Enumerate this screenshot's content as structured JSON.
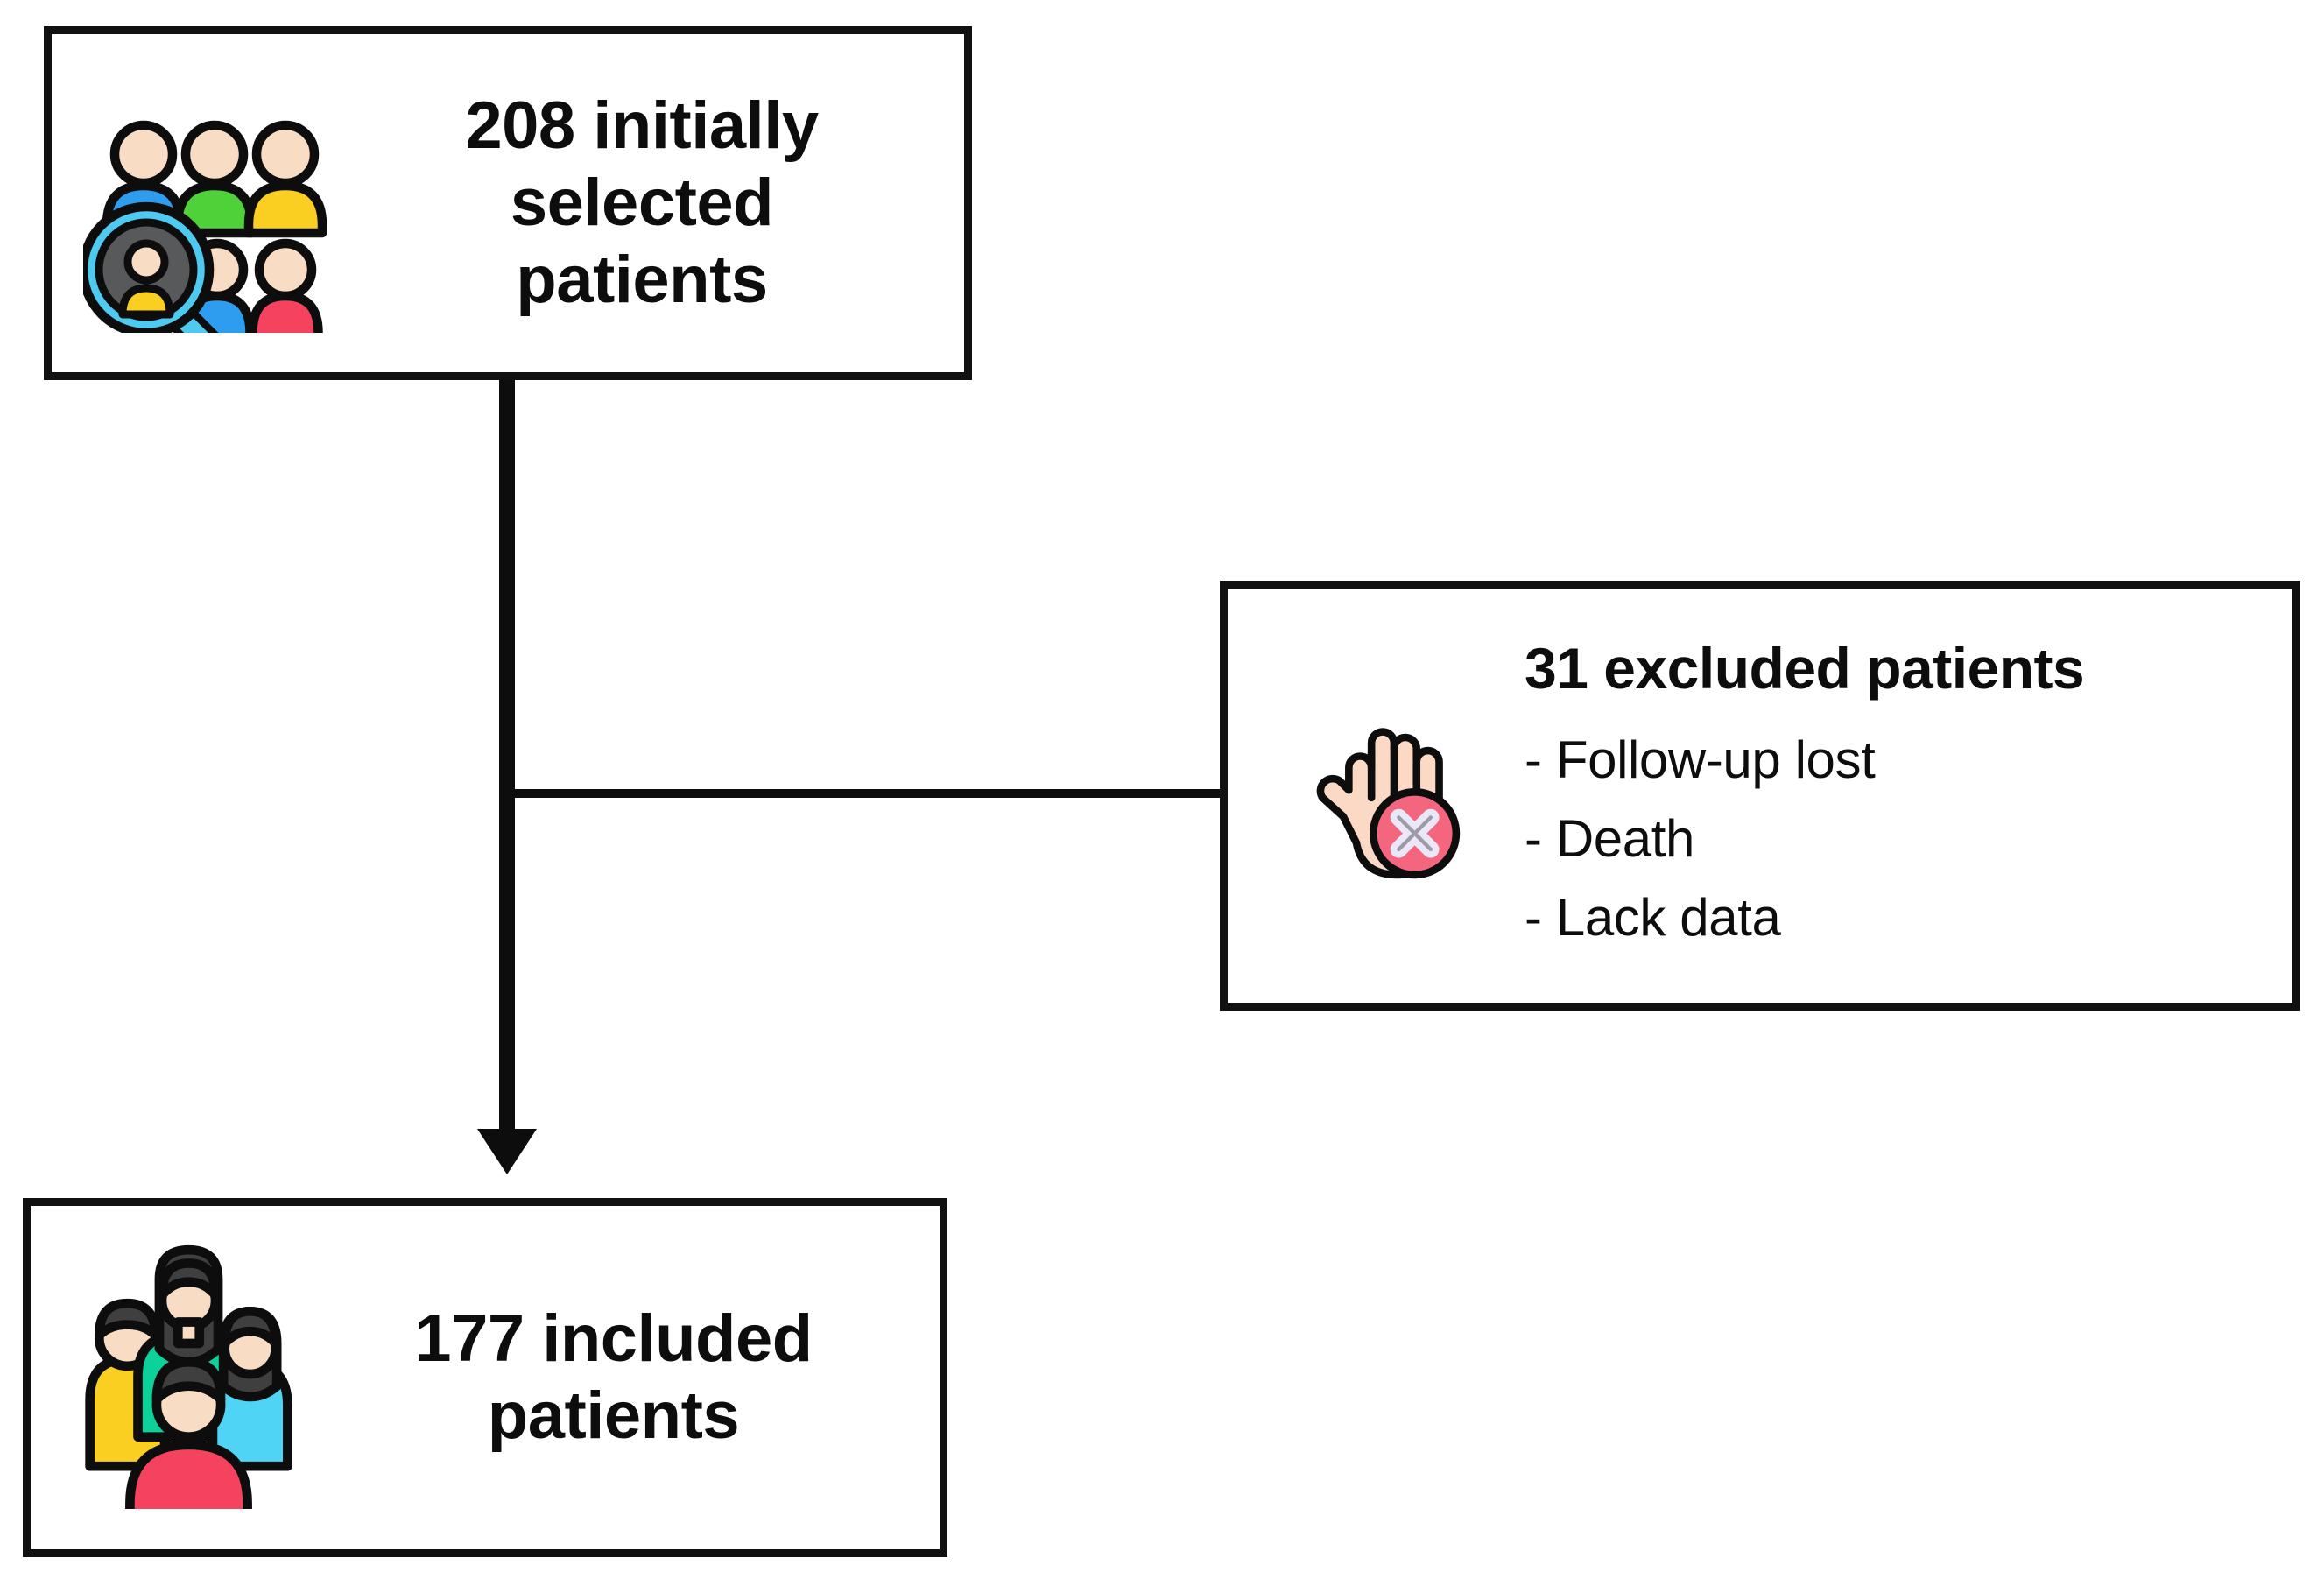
{
  "diagram": {
    "type": "patient-flow-diagram",
    "title": "",
    "nodes": [
      {
        "id": "initially-selected",
        "count": 208,
        "label": "208 initially\nselected\npatients",
        "lines": [
          "208 initially",
          "selected",
          "patients"
        ],
        "icon": "people-search-icon"
      },
      {
        "id": "excluded",
        "count": 31,
        "title": "31 excluded patients",
        "items": [
          "- Follow-up lost",
          "- Death",
          "- Lack data"
        ],
        "icon": "stop-hand-x-icon"
      },
      {
        "id": "included",
        "count": 177,
        "label": "177 included\npatients",
        "lines": [
          "177 included",
          "patients"
        ],
        "icon": "people-group-icon"
      }
    ],
    "edges": [
      {
        "from": "initially-selected",
        "to": "included",
        "style": "arrow-down"
      },
      {
        "from": "initially-selected",
        "to": "excluded",
        "style": "branch-right"
      }
    ]
  },
  "colors": {
    "outline": "#0d0d0d",
    "text": "#0d0d0d",
    "background": "#ffffff",
    "skin": "#f8ddc4",
    "hand_skin": "#fbd9c4",
    "shirt_blue": "#2e9df0",
    "shirt_green": "#4fd13a",
    "shirt_yellow": "#fbcf21",
    "shirt_red": "#f4425f",
    "shirt_teal": "#0dd19a",
    "shirt_cyan": "#4fd4f5",
    "hair_dark": "#3f3f3f",
    "lens_rim": "#4ec9f0",
    "lens_fill": "#57595a",
    "badge_red": "#f4657e",
    "badge_x": "#e9e7f8"
  },
  "icons": {
    "people_search": {
      "name": "people-search-icon",
      "top_row_shirts": [
        "shirt_blue",
        "shirt_green",
        "shirt_yellow"
      ],
      "bottom_row_shirts": [
        "shirt_blue",
        "shirt_red"
      ],
      "magnifier_person_shirt": "shirt_yellow"
    },
    "stop_hand": {
      "name": "stop-hand-x-icon",
      "badge": "x-mark"
    },
    "people_group": {
      "name": "people-group-icon",
      "shirts": [
        "shirt_yellow",
        "shirt_teal",
        "shirt_cyan",
        "shirt_red"
      ]
    }
  }
}
